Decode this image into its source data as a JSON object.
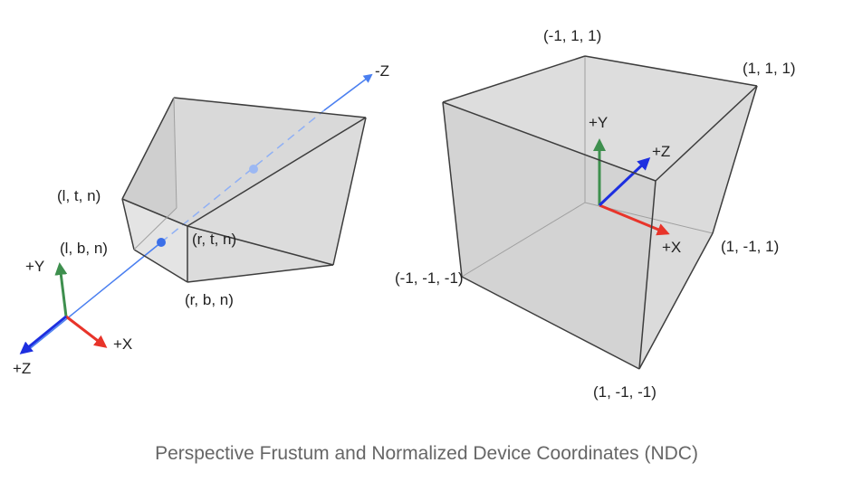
{
  "caption": "Perspective Frustum and Normalized Device Coordinates (NDC)",
  "colors": {
    "face": "#d9d9d9",
    "edge": "#3d3d3d",
    "axis_x": "#e8342a",
    "axis_y": "#3e8f4e",
    "axis_z": "#1d2fe0",
    "view_axis": "#4a7ff0",
    "caption": "#666666"
  },
  "frustum": {
    "view_axis_label": "-Z",
    "corners": {
      "ltn": {
        "l": "l",
        "t": "t",
        "n": "n"
      },
      "lbn": {
        "l": "l",
        "b": "b",
        "n": "n"
      },
      "rtn": {
        "r": "r",
        "t": "t",
        "n": "n"
      },
      "rbn": {
        "r": "r",
        "b": "b",
        "n": "n"
      }
    },
    "axes": {
      "x": "+X",
      "y": "+Y",
      "z": "+Z"
    }
  },
  "ndc": {
    "corners": {
      "top_back_left": "(-1, 1, 1)",
      "top_back_right": "(1, 1, 1)",
      "right_mid": "(1, -1, 1)",
      "left_front_bottom": "(-1, -1, -1)",
      "front_bottom": "(1, -1, -1)"
    },
    "axes": {
      "x": "+X",
      "y": "+Y",
      "z": "+Z"
    }
  }
}
